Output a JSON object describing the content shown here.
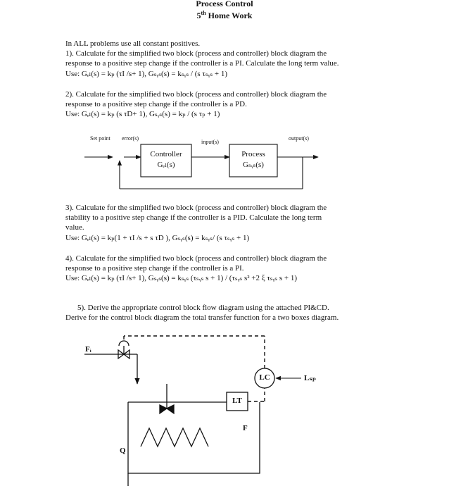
{
  "header": {
    "title": "Process Control",
    "subtitle_num": "5",
    "subtitle_sup": "th",
    "subtitle_rest": " Home Work"
  },
  "intro": "In ALL problems use all constant positives.",
  "p1": {
    "l1": "1). Calculate for the simplified two block (process and controller) block diagram the",
    "l2": "response to a positive step change if the controller is a PI.  Calculate the long term value.",
    "l3": "Use: Gₑₗ(s) = kₚ (τI /s+ 1), Gₛᵧₛ(s) = kₛᵧₛ / (s τₛᵧₛ + 1)"
  },
  "p2": {
    "l1": "2). Calculate for the simplified two block (process and controller) block diagram the",
    "l2": "response to a positive step change if the controller is a PD.",
    "l3": "Use: Gₑₗ(s) = kₚ (s τD+ 1), Gₛᵧₛ(s) = kₚ / (s τₚ + 1)"
  },
  "diagram": {
    "set_point": "Set point",
    "error": "error(s)",
    "input": "input(s)",
    "output": "output(s)",
    "controller_l1": "Controller",
    "controller_l2": "Gₑₗ(s)",
    "process_l1": "Process",
    "process_l2": "Gₛᵧₛ(s)"
  },
  "p3": {
    "l1": "3). Calculate for the simplified two block (process and controller) block diagram the",
    "l2": "stability to a positive step change if the controller is a PID.  Calculate the long term",
    "l3": "value.",
    "l4": "Use: Gₑₗ(s) = kₚ(1 + τI /s + s τD ), Gₛᵧₛ(s) = kₛᵧₛ/ (s τₛᵧₛ + 1)"
  },
  "p4": {
    "l1": "4). Calculate for the simplified two block (process and controller) block diagram the",
    "l2": "response to a positive step change if the controller is a PI.",
    "l3": "Use: Gₑₗ(s) = kₚ (τI /s+ 1), Gₛᵧₛ(s) = kₛᵧₛ (τₛᵧₛ s + 1) /  (τₛᵧₛ s² +2 ξ τₛᵧₛ s + 1)"
  },
  "p5": {
    "l1": "5). Derive the appropriate control block flow diagram using the attached PI&CD.",
    "l2": "Derive for the control block diagram the total transfer function for a two boxes diagram."
  },
  "pid": {
    "fi": "Fᵢ",
    "lc": "LC",
    "lsp": "Lₛₚ",
    "lt": "LT",
    "f": "F",
    "q": "Q"
  }
}
